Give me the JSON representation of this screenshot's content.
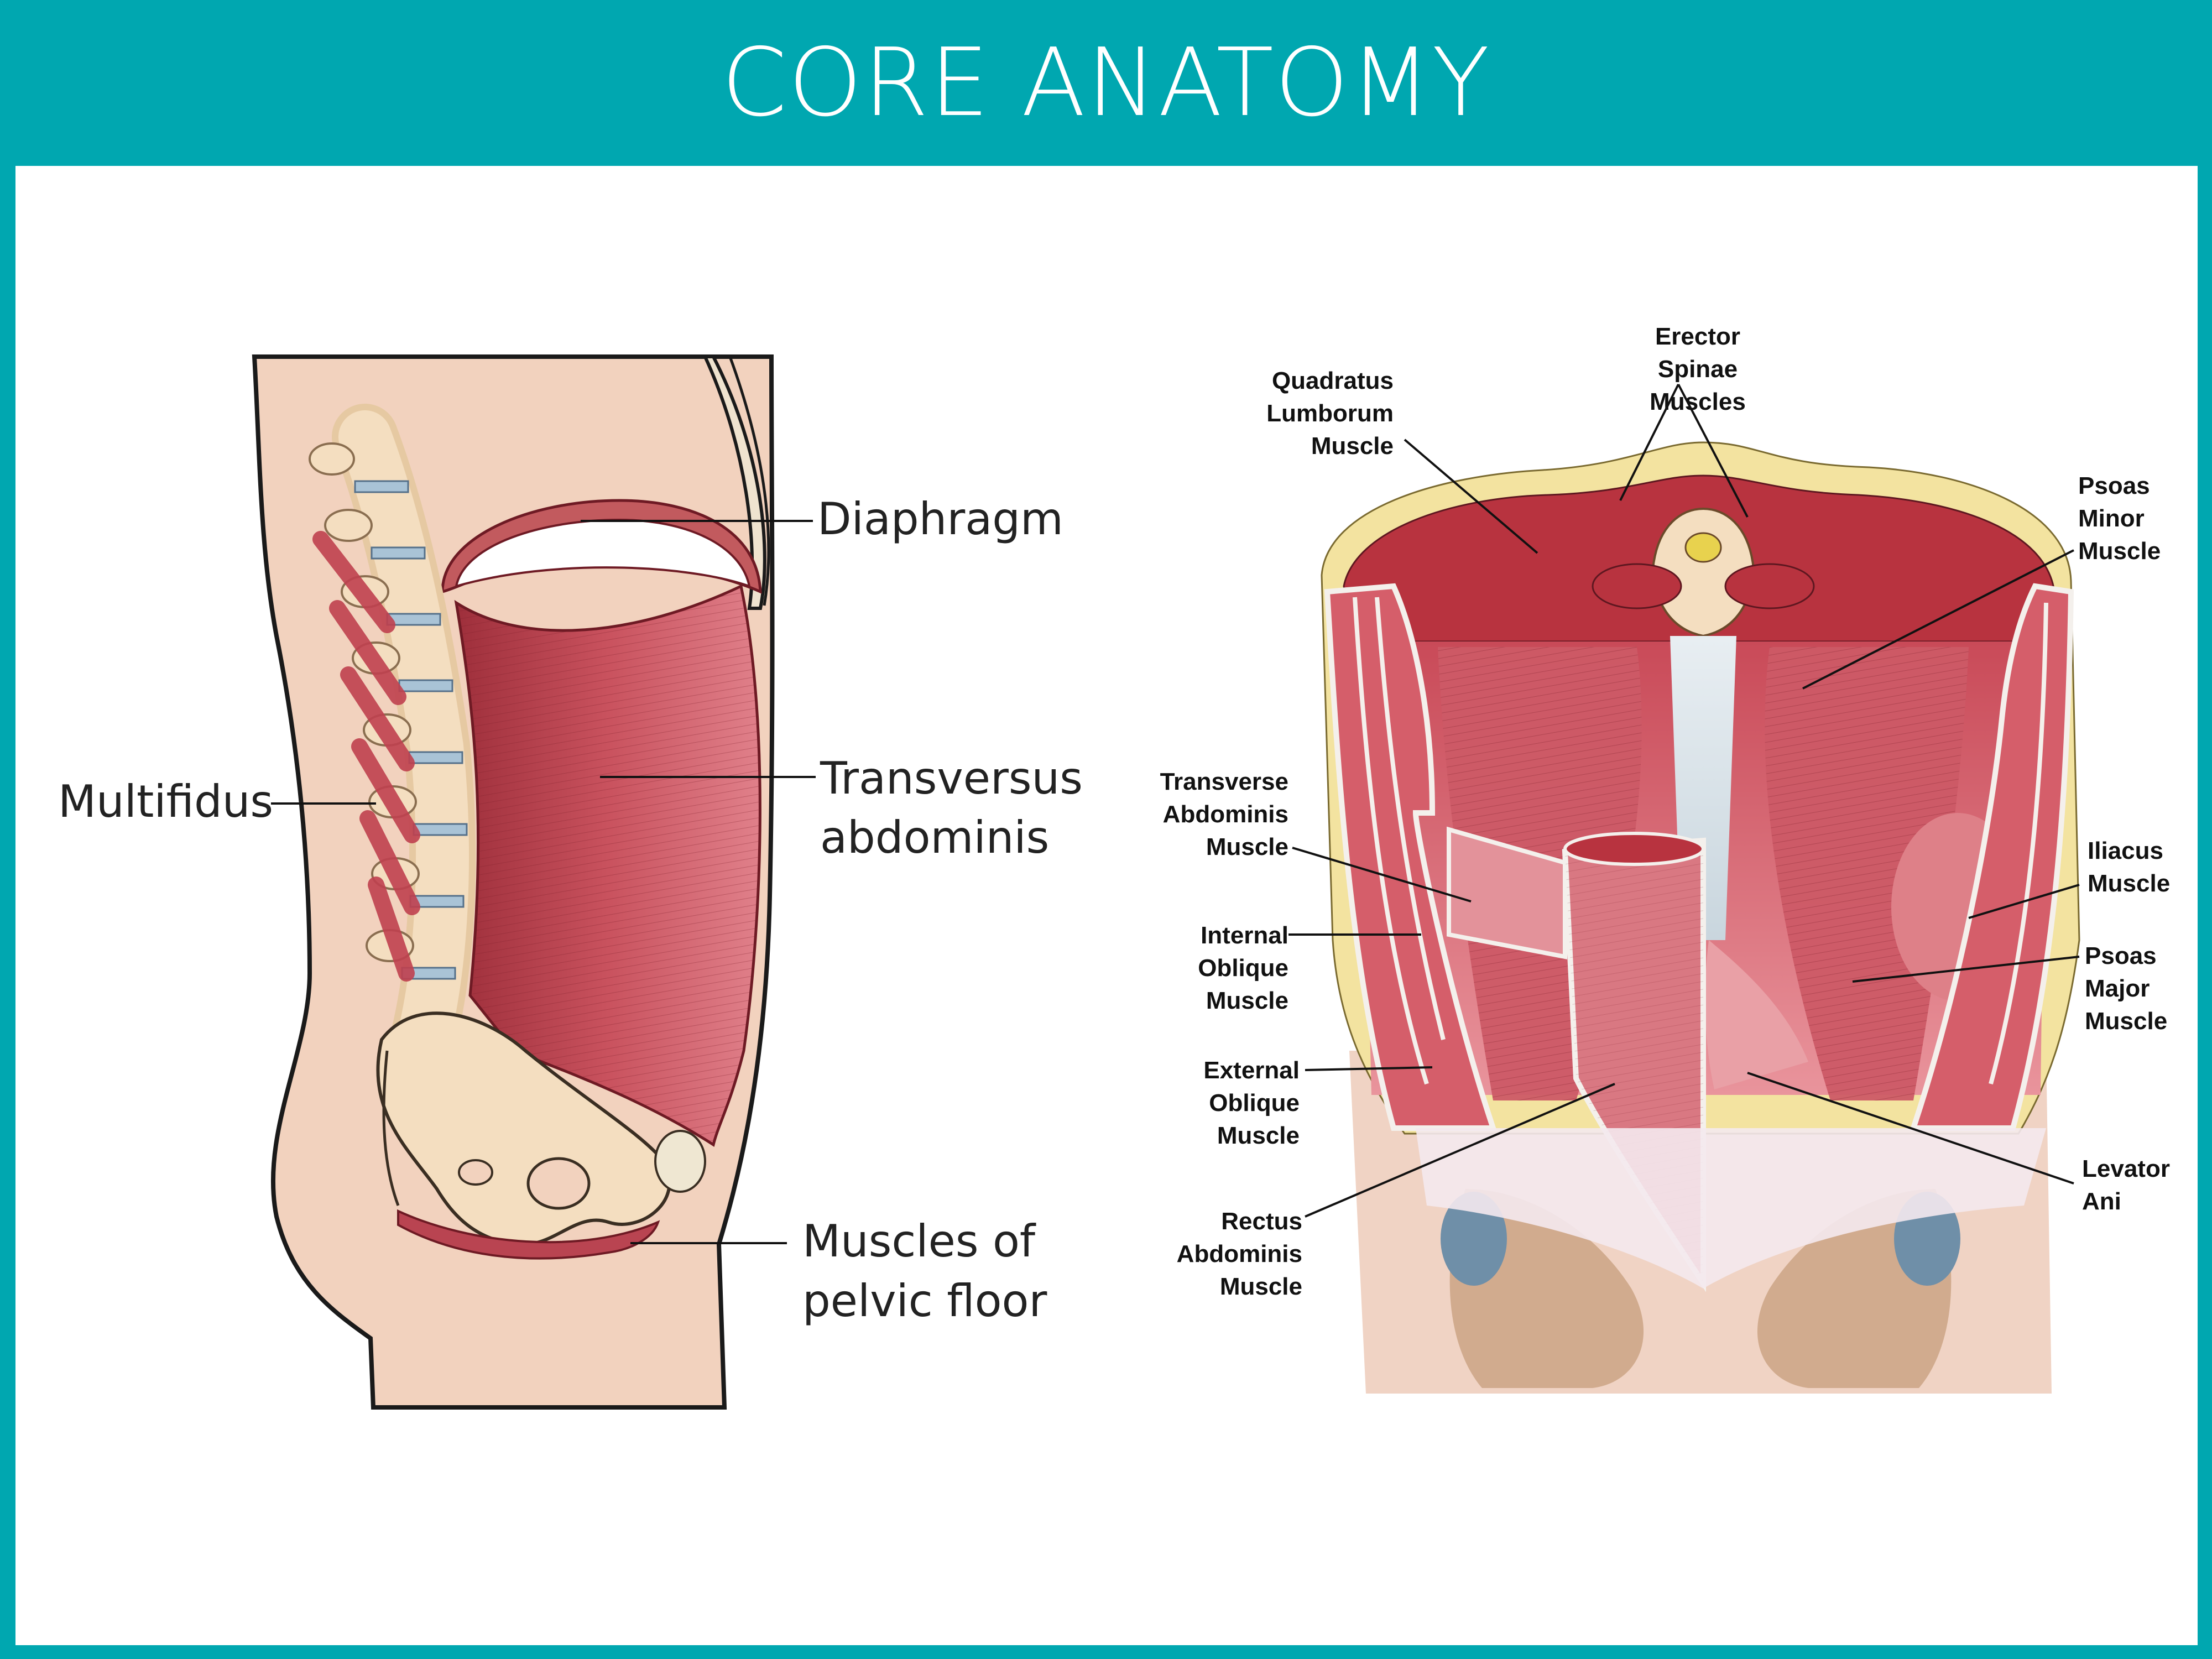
{
  "header": {
    "title": "CORE ANATOMY"
  },
  "colors": {
    "teal": "#00A7B0",
    "skin": "#F2D2BE",
    "muscle_light": "#E58A92",
    "muscle_dark": "#A8343F",
    "bone": "#F4DEC0",
    "disc": "#A9C3D6"
  },
  "left_diagram": {
    "labels": {
      "diaphragm": "Diaphragm",
      "transversus_line1": "Transversus",
      "transversus_line2": "abdominis",
      "multifidus": "Multifidus",
      "pelvic_line1": "Muscles of",
      "pelvic_line2": "pelvic floor"
    }
  },
  "right_diagram": {
    "labels": {
      "erector": [
        "Erector",
        "Spinae",
        "Muscles"
      ],
      "quadratus": [
        "Quadratus",
        "Lumborum",
        "Muscle"
      ],
      "psoas_minor": [
        "Psoas",
        "Minor",
        "Muscle"
      ],
      "transverse": [
        "Transverse",
        "Abdominis",
        "Muscle"
      ],
      "internal_oblique": [
        "Internal",
        "Oblique",
        "Muscle"
      ],
      "external_oblique": [
        "External",
        "Oblique",
        "Muscle"
      ],
      "rectus": [
        "Rectus",
        "Abdominis",
        "Muscle"
      ],
      "iliacus": [
        "Iliacus",
        "Muscle"
      ],
      "psoas_major": [
        "Psoas",
        "Major",
        "Muscle"
      ],
      "levator": [
        "Levator",
        "Ani"
      ]
    }
  }
}
